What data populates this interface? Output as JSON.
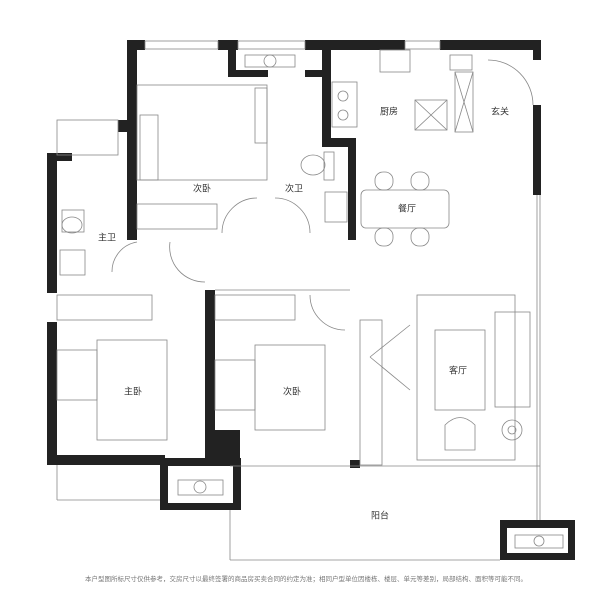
{
  "rooms": {
    "kitchen": "厨房",
    "entrance": "玄关",
    "second_bedroom_north": "次卧",
    "second_bathroom": "次卫",
    "dining": "餐厅",
    "master_bathroom": "主卫",
    "master_bedroom": "主卧",
    "second_bedroom_south": "次卧",
    "living_room": "客厅",
    "balcony": "阳台"
  },
  "footer_note": "本户型图所标尺寸仅供参考，交房尺寸以最终签署的商品房买卖合同的约定为准；相同户型单位因楼栋、楼层、单元等差别，局部结构、面积等可能不同。",
  "colors": {
    "wall": "#222222",
    "line": "#888888"
  }
}
